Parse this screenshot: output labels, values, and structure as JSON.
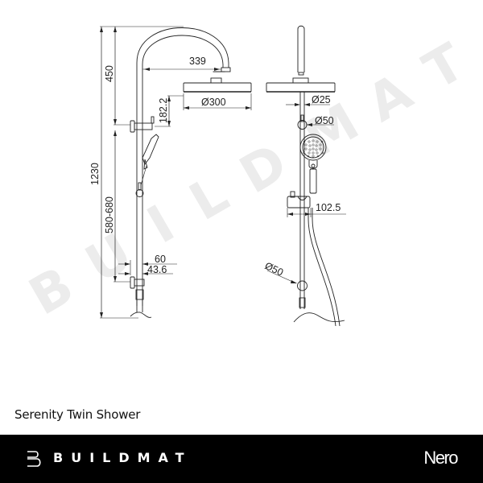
{
  "product": {
    "title": "Serenity Twin Shower"
  },
  "watermark": {
    "letters": [
      "B",
      "U",
      "I",
      "L",
      "D",
      "M",
      "A",
      "T"
    ]
  },
  "drawing": {
    "side_view": {
      "dimensions": {
        "overall_height": "1230",
        "riser_top_height": "450",
        "arm_reach": "339",
        "head_diameter": "Ø300",
        "bracket_to_head": "182.2",
        "rail_adjust": "580-680",
        "wall_offset_outer": "60",
        "wall_offset_inner": "43.6"
      }
    },
    "front_view": {
      "dimensions": {
        "pipe_diameter": "Ø25",
        "bracket_diameter_top": "Ø50",
        "holder_width": "102.5",
        "bracket_diameter_bottom": "Ø50"
      }
    }
  },
  "footer": {
    "brand_name": "BUILDMAT",
    "partner_brand": "Nero",
    "background": "#000000",
    "text_color": "#ffffff"
  }
}
